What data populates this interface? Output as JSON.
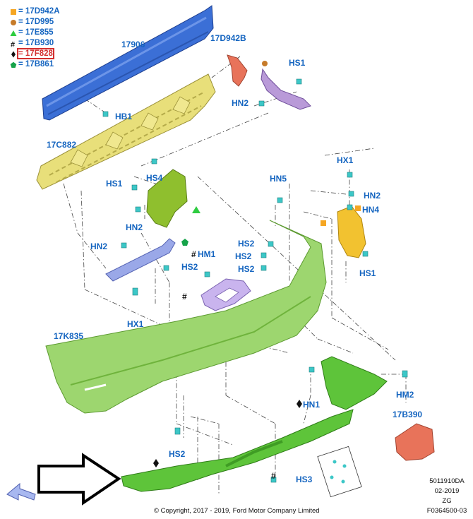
{
  "legend": [
    {
      "symbol": "square",
      "color": "#f5a623",
      "label": "17D942A"
    },
    {
      "symbol": "circle",
      "color": "#c67b2a",
      "label": "17D995"
    },
    {
      "symbol": "triangle",
      "color": "#2ecc40",
      "label": "17E855"
    },
    {
      "symbol": "hash",
      "color": "#111111",
      "label": "17B930"
    },
    {
      "symbol": "diamond",
      "color": "#111111",
      "label": "17F828"
    },
    {
      "symbol": "pentagon",
      "color": "#16a34a",
      "label": "17B861"
    }
  ],
  "parts": {
    "p17906": "17906",
    "p17C882": "17C882",
    "p17D942B": "17D942B",
    "p17K835": "17K835",
    "p17B390": "17B390"
  },
  "fasteners": {
    "HB1": "HB1",
    "HS1": "HS1",
    "HS2": "HS2",
    "HS3": "HS3",
    "HS4": "HS4",
    "HN1": "HN1",
    "HN2": "HN2",
    "HN4": "HN4",
    "HN5": "HN5",
    "HM1": "HM1",
    "HM2": "HM2",
    "HX1": "HX1"
  },
  "hash_mark": "#",
  "footer": {
    "copyright": "© Copyright, 2017 - 2019, Ford Motor Company Limited",
    "code1": "5011910DA",
    "code2": "02-2019",
    "code3": "ZG",
    "code4": "F0364500-03"
  },
  "colors": {
    "reinforcement": "#3b6fd6",
    "absorber": "#e8df7a",
    "bumper_cover": "#9dd66f",
    "lower_valance": "#5ec43a",
    "bracket_red": "#e8735a",
    "bracket_yellow": "#f2c230",
    "bracket_olive": "#8fbf2e",
    "bracket_purple": "#b99ad8",
    "bracket_blue": "#9aa8e8",
    "clip_teal": "#3cc7c7",
    "label_blue": "#1565c0"
  },
  "icons": {
    "front_arrow": "outline-arrow-icon",
    "view_arrow": "direction-arrow-icon"
  }
}
